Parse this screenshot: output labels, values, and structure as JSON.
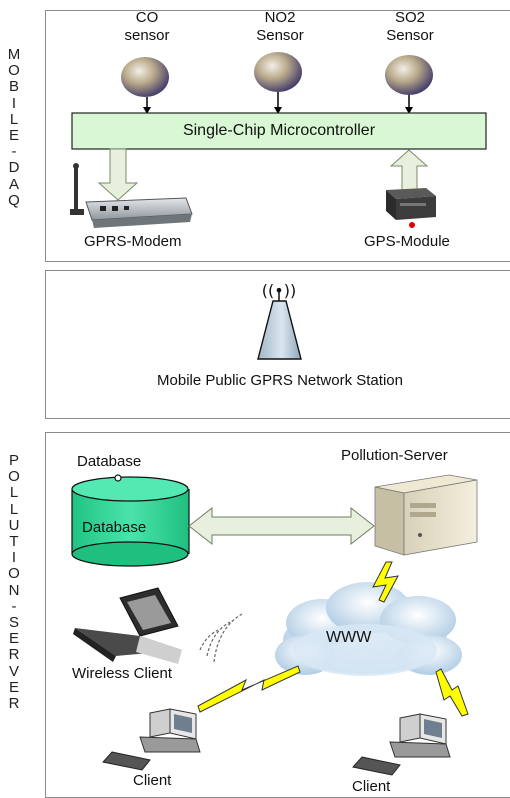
{
  "side_labels": {
    "top": [
      "M",
      "O",
      "B",
      "I",
      "L",
      "E",
      "-",
      "D",
      "A",
      "Q"
    ],
    "bottom": [
      "P",
      "O",
      "L",
      "L",
      "U",
      "T",
      "I",
      "O",
      "N",
      "-",
      "S",
      "E",
      "R",
      "V",
      "E",
      "R"
    ]
  },
  "sensors": [
    {
      "line1": "CO",
      "line2": "sensor"
    },
    {
      "line1": "NO2",
      "line2": "Sensor"
    },
    {
      "line1": "SO2",
      "line2": "Sensor"
    }
  ],
  "microcontroller": "Single-Chip Microcontroller",
  "gprs_modem": "GPRS-Modem",
  "gps_module": "GPS-Module",
  "network": {
    "signal": "((•))",
    "label": "Mobile Public GPRS Network Station"
  },
  "database": {
    "title": "Database",
    "label": "Database"
  },
  "server": "Pollution-Server",
  "cloud": "WWW",
  "wireless_client": "Wireless Client",
  "clients": [
    "Client",
    "Client"
  ],
  "colors": {
    "micro_fill": "#d9f7d4",
    "db_fill": "#33d699",
    "cloud_fill": "#cfe3f2",
    "arrow_fill": "#e6f0dc",
    "lightning": "#ffff00"
  }
}
